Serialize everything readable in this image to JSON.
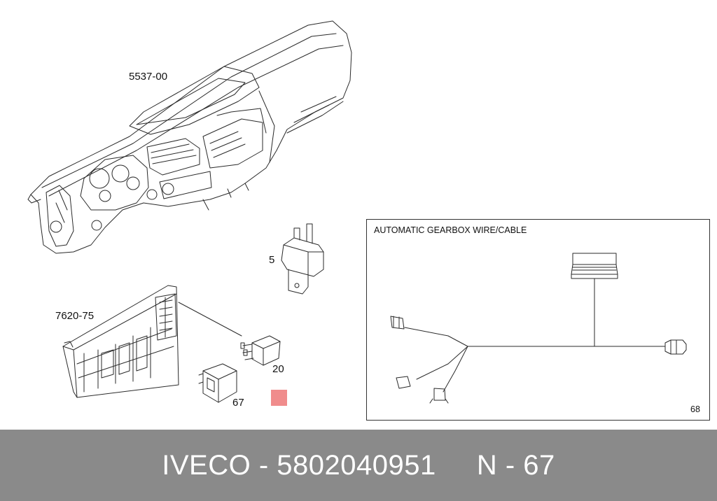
{
  "labels": {
    "dashboard": "5537-00",
    "relay_5": "5",
    "fuse_box": "7620-75",
    "relay_20": "20",
    "relay_67": "67",
    "inset_title": "AUTOMATIC GEARBOX WIRE/CABLE",
    "inset_number": "68"
  },
  "footer": {
    "brand": "IVECO",
    "separator": " - ",
    "part_number": "5802040951",
    "gap": "     ",
    "position": "N - 67"
  },
  "colors": {
    "line": "#2a2a2a",
    "highlight": "#f08c8c",
    "footer_bg": "#8a8a8a",
    "footer_text": "#ffffff"
  }
}
